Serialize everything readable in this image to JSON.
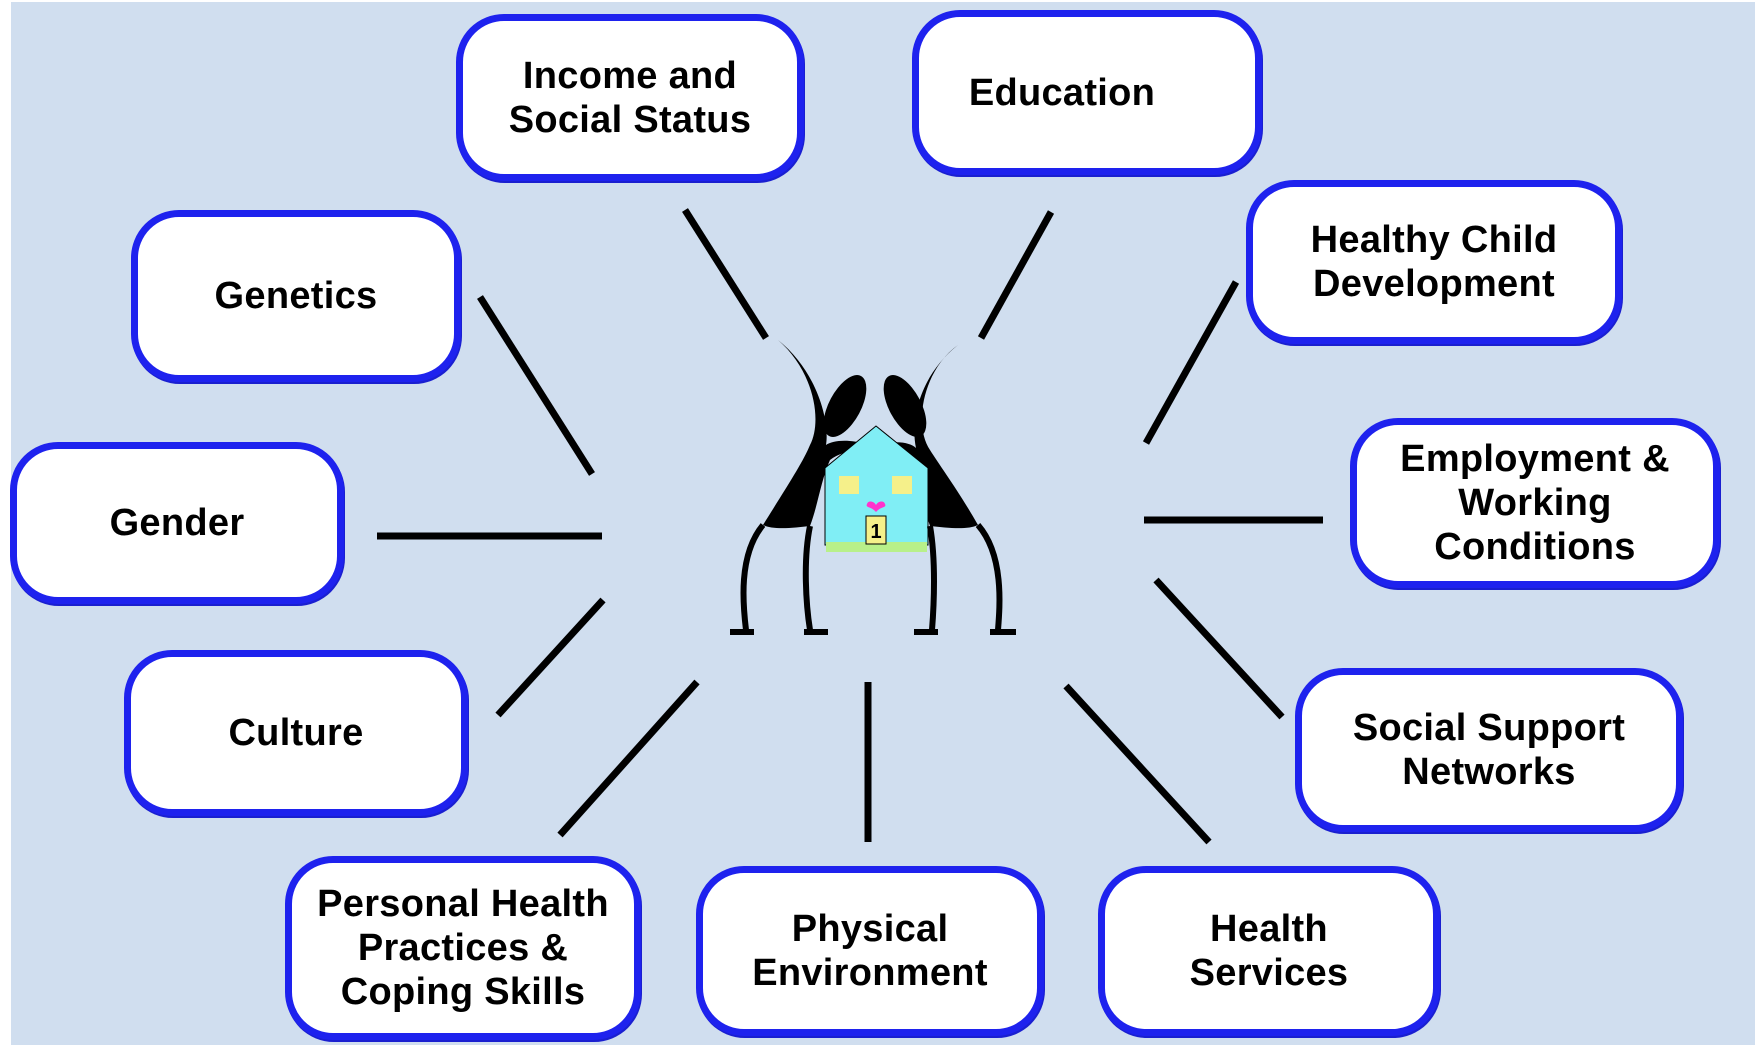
{
  "diagram": {
    "nodes": [
      {
        "id": "income",
        "label": "Income and\nSocial Status"
      },
      {
        "id": "education",
        "label": "Education"
      },
      {
        "id": "child",
        "label": "Healthy Child\nDevelopment"
      },
      {
        "id": "employment",
        "label": "Employment &\nWorking\nConditions"
      },
      {
        "id": "social-support",
        "label": "Social Support\nNetworks"
      },
      {
        "id": "health-services",
        "label": "Health\nServices"
      },
      {
        "id": "physical",
        "label": "Physical\nEnvironment"
      },
      {
        "id": "personal",
        "label": "Personal Health\nPractices &\nCoping Skills"
      },
      {
        "id": "culture",
        "label": "Culture"
      },
      {
        "id": "gender",
        "label": "Gender"
      },
      {
        "id": "genetics",
        "label": "Genetics"
      }
    ],
    "center": {
      "door_number": "1",
      "icon": "people-around-house-icon"
    },
    "colors": {
      "background": "#d0deef",
      "node_border": "#1e22ee",
      "node_fill": "#ffffff",
      "connector": "#000000",
      "house_fill": "#80eef5",
      "house_window": "#f5f08a",
      "house_lawn": "#b8f08a",
      "heart": "#ff33cc"
    }
  }
}
